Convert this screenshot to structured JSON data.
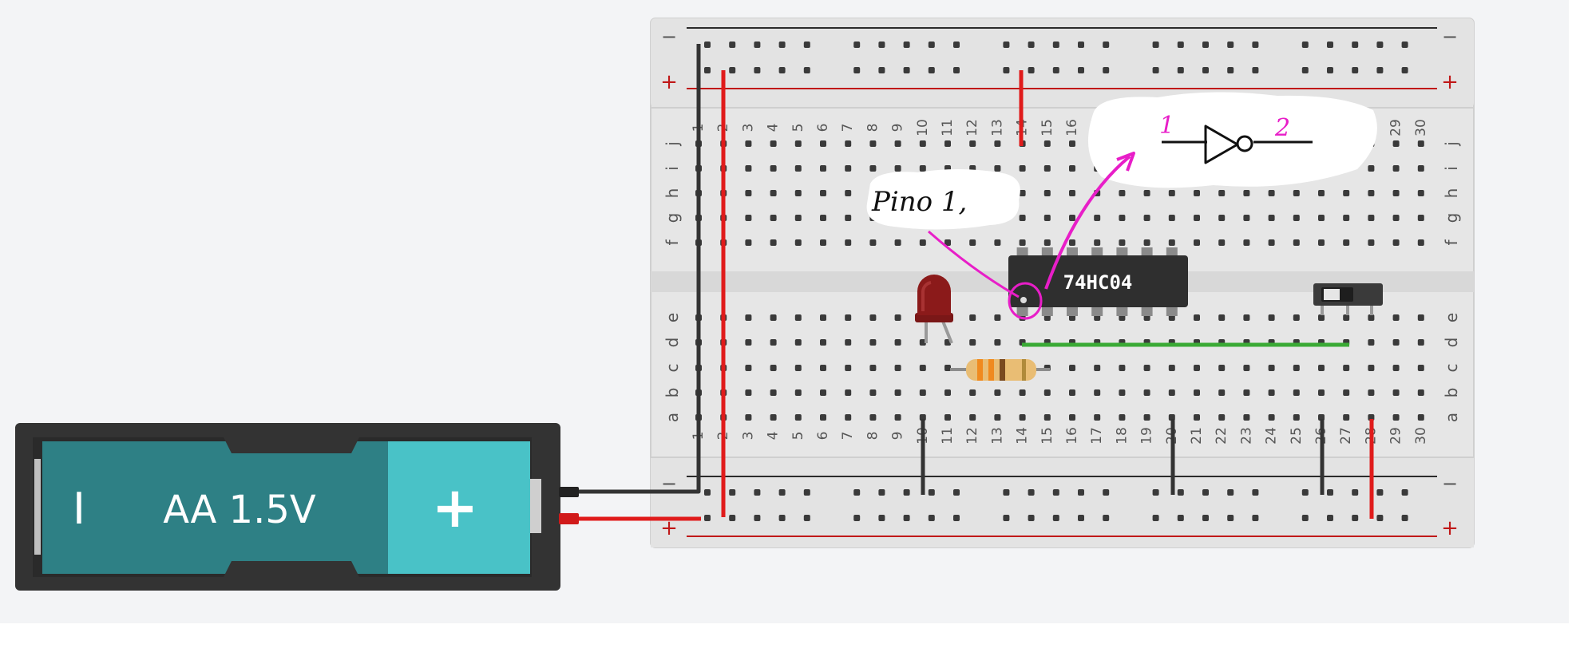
{
  "battery": {
    "label": "AA 1.5V",
    "minus_symbol": "I",
    "plus_symbol": "+",
    "colors": {
      "holder": "#333333",
      "body": "#2e8085",
      "cap": "#49c2c7"
    }
  },
  "breadboard": {
    "rail_minus": "−",
    "rail_plus": "+",
    "row_letters_top": [
      "j",
      "i",
      "h",
      "g",
      "f"
    ],
    "row_letters_bottom": [
      "e",
      "d",
      "c",
      "b",
      "a"
    ],
    "column_numbers": [
      "1",
      "2",
      "3",
      "4",
      "5",
      "6",
      "7",
      "8",
      "9",
      "10",
      "11",
      "12",
      "13",
      "14",
      "15",
      "16",
      "17",
      "18",
      "19",
      "20",
      "21",
      "22",
      "23",
      "24",
      "25",
      "26",
      "27",
      "28",
      "29",
      "30"
    ],
    "colors": {
      "board": "#e6e6e6",
      "rail_red": "#c01818",
      "rail_black": "#2b2b2b",
      "hole": "#3a3a3a"
    }
  },
  "components": {
    "ic_label": "74HC04",
    "led_color": "#8b1a1a",
    "wire_green": "#3aaa35",
    "wire_red": "#e01b1b",
    "wire_black": "#333333"
  },
  "annotations": {
    "note_pin": "Pino 1,",
    "gate_in": "1",
    "gate_out": "2",
    "ink_magenta": "#e81ec8"
  }
}
